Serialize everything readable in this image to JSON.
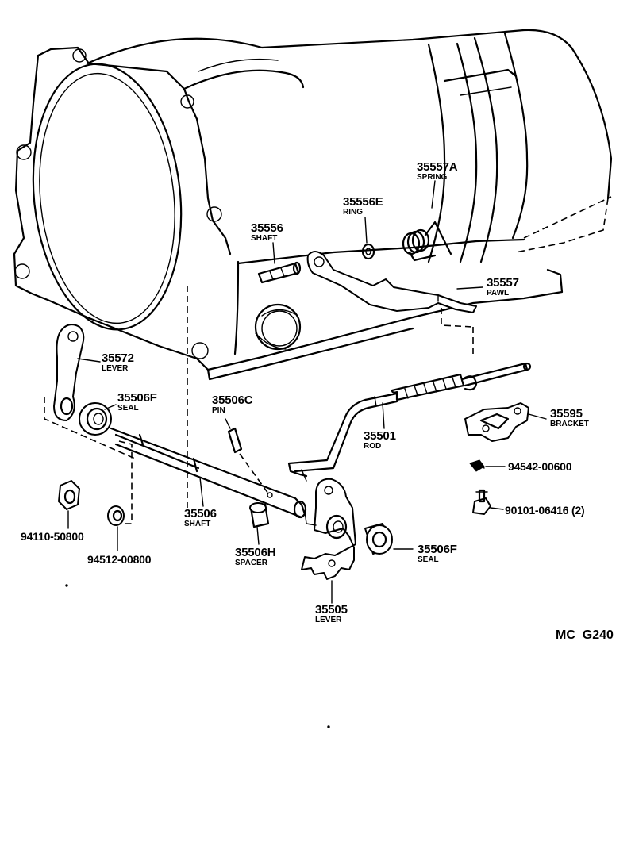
{
  "diagram_code": "MC  G240",
  "parts": [
    {
      "number": "35557A",
      "name": "SPRING"
    },
    {
      "number": "35556E",
      "name": "RING"
    },
    {
      "number": "35556",
      "name": "SHAFT"
    },
    {
      "number": "35557",
      "name": "PAWL"
    },
    {
      "number": "35572",
      "name": "LEVER"
    },
    {
      "number": "35506F",
      "name": "SEAL"
    },
    {
      "number": "35506C",
      "name": "PIN"
    },
    {
      "number": "35501",
      "name": "ROD"
    },
    {
      "number": "35595",
      "name": "BRACKET"
    },
    {
      "number": "94542-00600",
      "name": ""
    },
    {
      "number": "90101-06416 (2)",
      "name": ""
    },
    {
      "number": "94110-50800",
      "name": ""
    },
    {
      "number": "94512-00800",
      "name": ""
    },
    {
      "number": "35506",
      "name": "SHAFT"
    },
    {
      "number": "35506H",
      "name": "SPACER"
    },
    {
      "number": "35506F",
      "name": "SEAL"
    },
    {
      "number": "35505",
      "name": "LEVER"
    }
  ]
}
